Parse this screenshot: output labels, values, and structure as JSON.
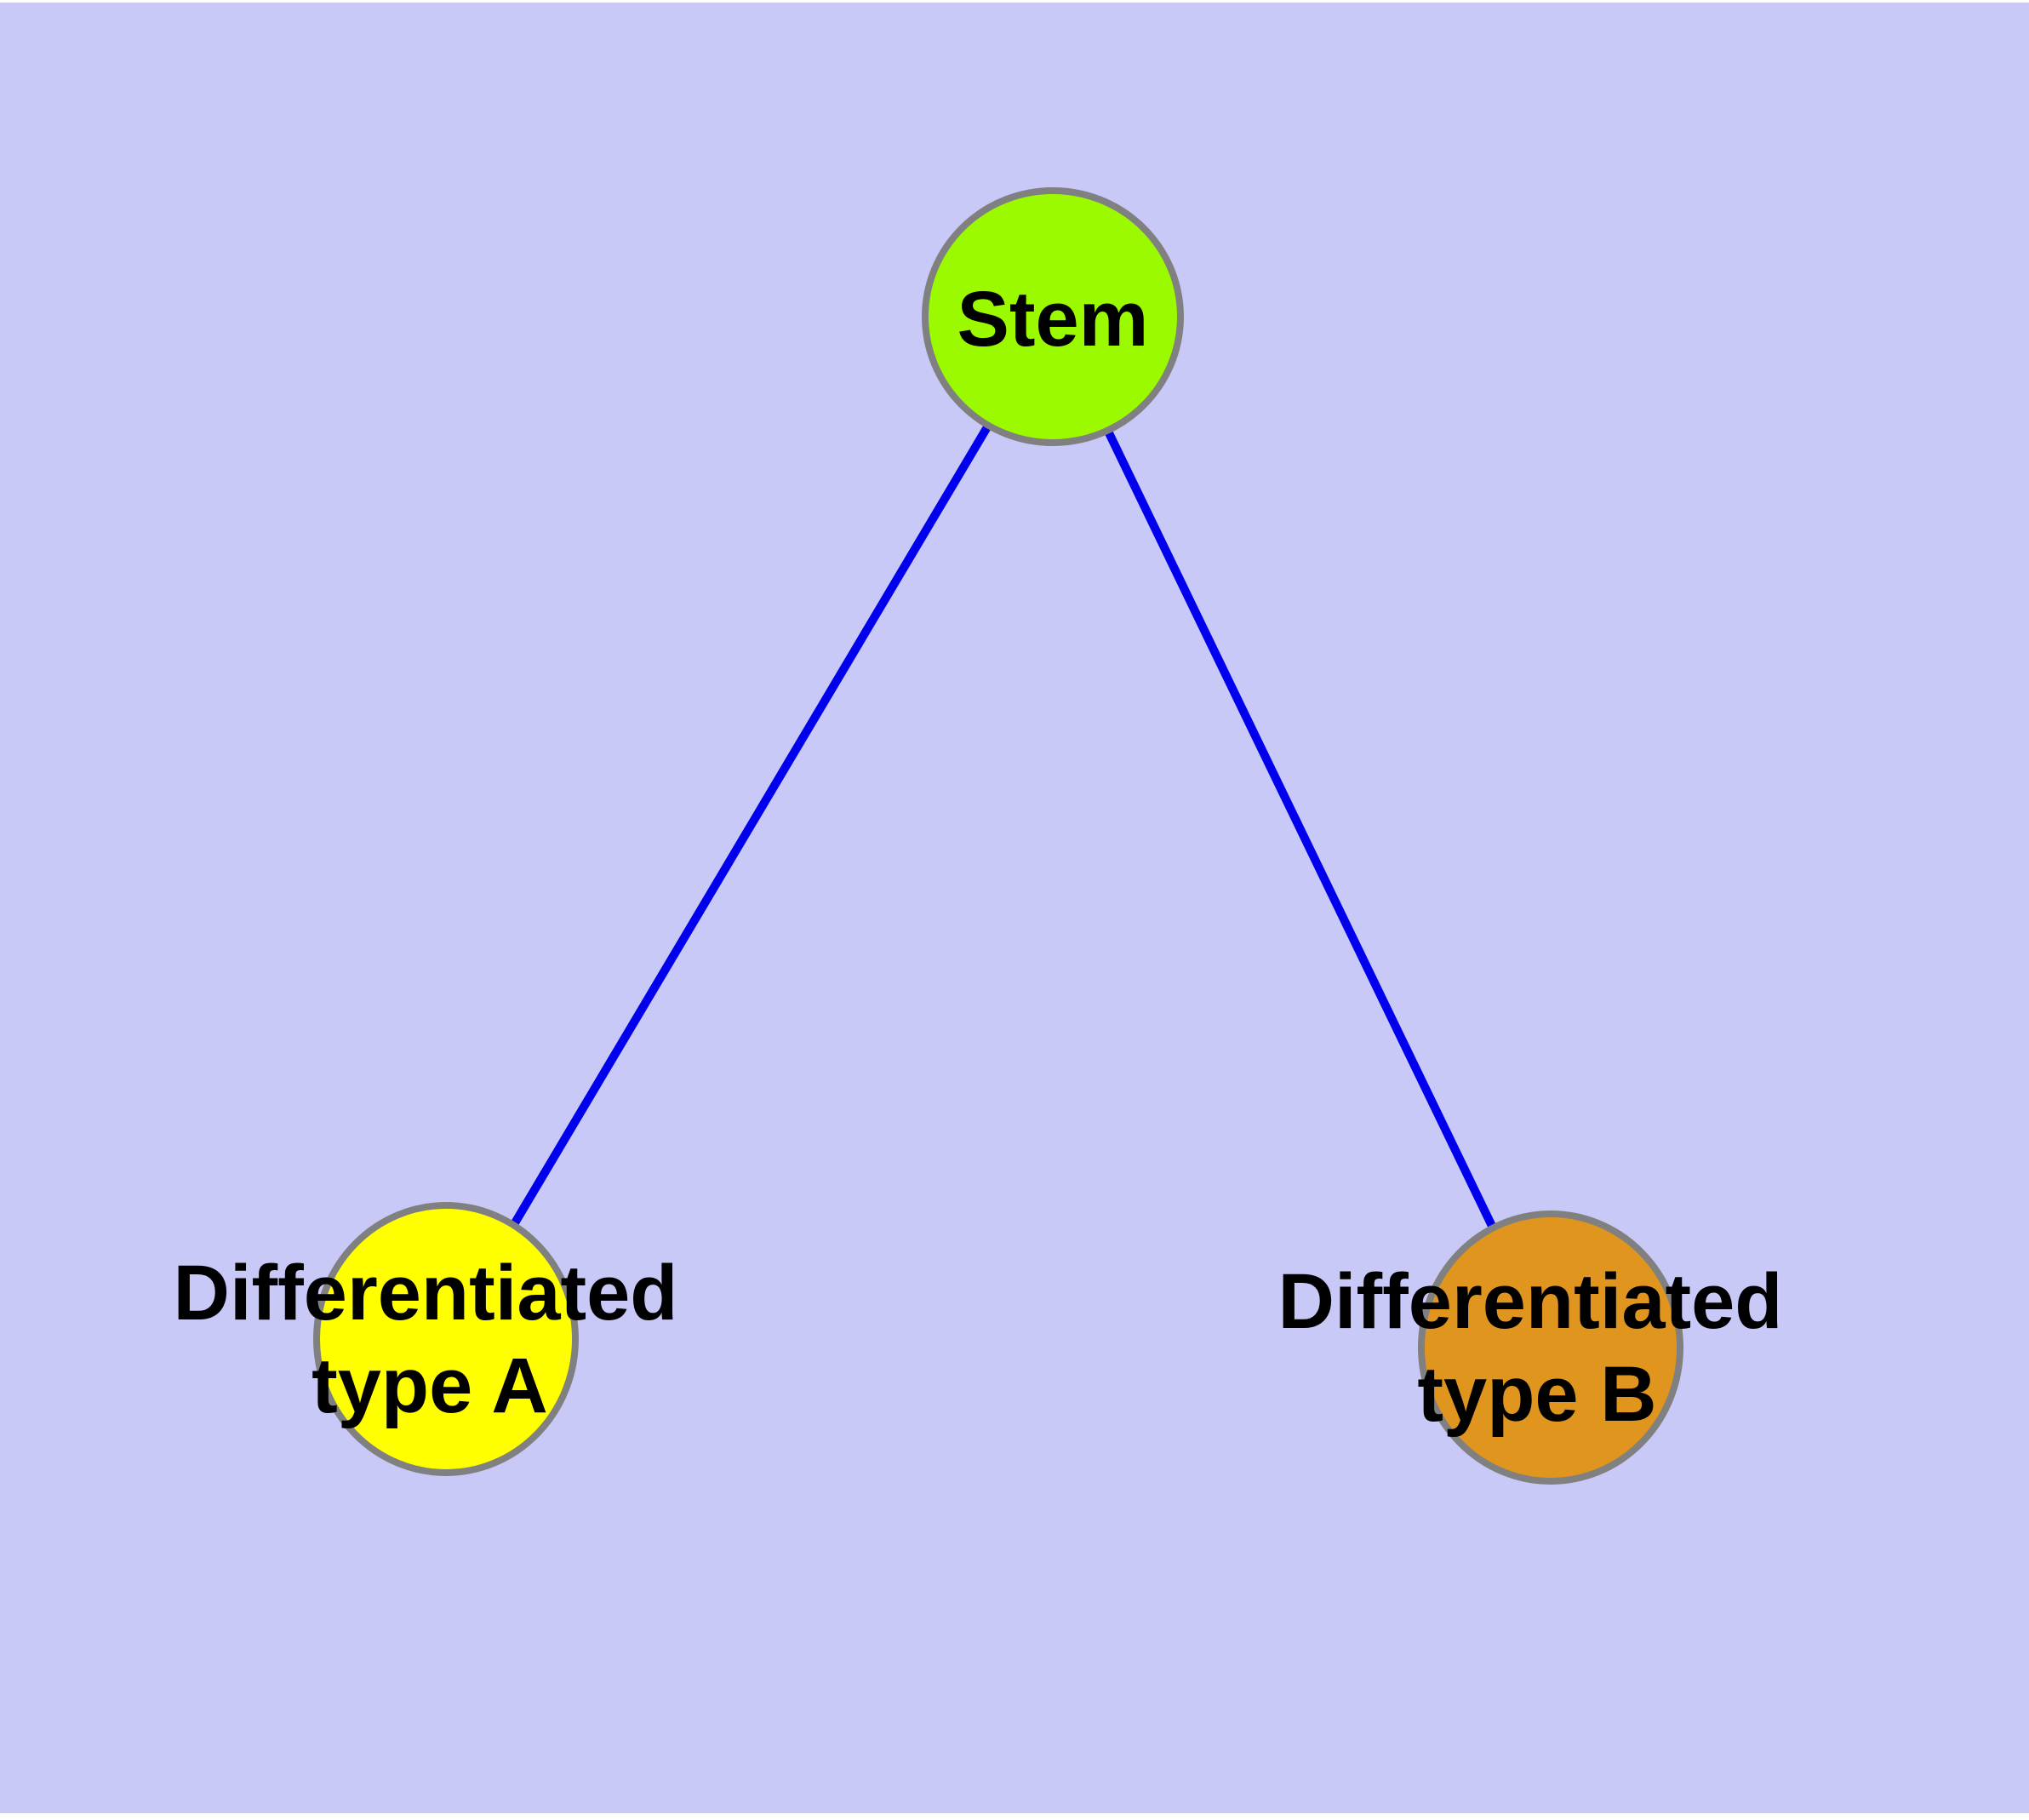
{
  "diagram": {
    "type": "node-link-graph",
    "colors": {
      "background": "#c9c9f8",
      "page_margin": "#ffffff",
      "edge": "#0000ee",
      "node_border": "#808080",
      "label": "#000000"
    },
    "nodes": {
      "stem": {
        "label": "Stem",
        "fill": "#9bfa00"
      },
      "type_a": {
        "label_line1": "Differentiated",
        "label_line2": "type A",
        "fill": "#ffff00"
      },
      "type_b": {
        "label_line1": "Differentiated",
        "label_line2": "type B",
        "fill": "#e0961e"
      }
    },
    "edges": [
      {
        "from": "Stem",
        "to": "Differentiated type A"
      },
      {
        "from": "Stem",
        "to": "Differentiated type B"
      }
    ]
  }
}
